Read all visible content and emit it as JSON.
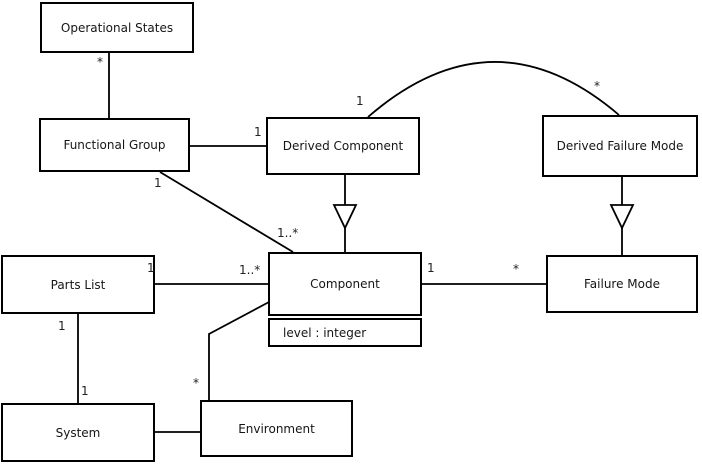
{
  "diagram": {
    "type": "uml-class-diagram",
    "background_color": "#ffffff",
    "line_color": "#000000",
    "classes": [
      {
        "name": "Operational States"
      },
      {
        "name": "Functional Group"
      },
      {
        "name": "Derived Component"
      },
      {
        "name": "Derived Failure Mode"
      },
      {
        "name": "Parts List"
      },
      {
        "name": "Component",
        "attribute": "level : integer"
      },
      {
        "name": "Failure Mode"
      },
      {
        "name": "System"
      },
      {
        "name": "Environment"
      }
    ],
    "labels": [
      {
        "text": "*"
      },
      {
        "text": "1"
      },
      {
        "text": "1"
      },
      {
        "text": "1..*"
      },
      {
        "text": "1"
      },
      {
        "text": "1..*"
      },
      {
        "text": "1"
      },
      {
        "text": "*"
      },
      {
        "text": "1"
      },
      {
        "text": "*"
      },
      {
        "text": "1"
      },
      {
        "text": "1"
      },
      {
        "text": "*"
      }
    ],
    "relationships": [
      {
        "from": "Operational States",
        "to": "Functional Group",
        "type": "association",
        "labels": [
          "*"
        ]
      },
      {
        "from": "Functional Group",
        "to": "Derived Component",
        "type": "association",
        "labels": [
          "1"
        ]
      },
      {
        "from": "Functional Group",
        "to": "Component",
        "type": "association",
        "labels": [
          "1",
          "1..*"
        ]
      },
      {
        "from": "Derived Component",
        "to": "Derived Failure Mode",
        "type": "association-arc",
        "labels": [
          "1",
          "*"
        ]
      },
      {
        "from": "Derived Component",
        "to": "Component",
        "type": "generalization"
      },
      {
        "from": "Derived Failure Mode",
        "to": "Failure Mode",
        "type": "generalization"
      },
      {
        "from": "Parts List",
        "to": "Component",
        "type": "association",
        "labels": [
          "1",
          "1..*"
        ]
      },
      {
        "from": "Component",
        "to": "Failure Mode",
        "type": "association",
        "labels": [
          "1",
          "*"
        ]
      },
      {
        "from": "Parts List",
        "to": "System",
        "type": "association",
        "labels": [
          "1",
          "1"
        ]
      },
      {
        "from": "Environment",
        "to": "Component",
        "type": "association",
        "labels": [
          "*"
        ]
      },
      {
        "from": "System",
        "to": "Environment",
        "type": "association",
        "labels": []
      }
    ]
  }
}
